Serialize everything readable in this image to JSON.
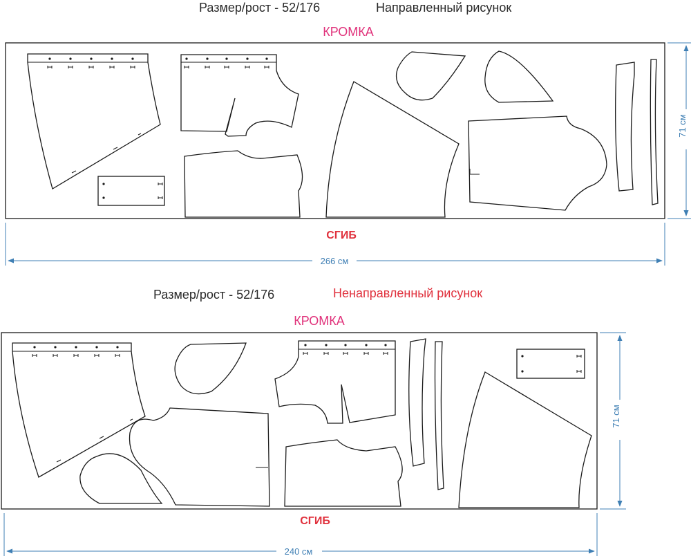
{
  "layouts": [
    {
      "size_label": "Размер/рост - 52/176",
      "direction_label": "Направленный рисунок",
      "selvage_label": "КРОМКА",
      "fold_label": "СГИБ",
      "width_label": "266 см",
      "height_label": "71 см"
    },
    {
      "size_label": "Размер/рост - 52/176",
      "direction_label": "Ненаправленный рисунок",
      "selvage_label": "КРОМКА",
      "fold_label": "СГИБ",
      "width_label": "240 см",
      "height_label": "71 см"
    }
  ],
  "colors": {
    "dimension": "#3f7fb4",
    "fold": "#e0313d",
    "selvage": "#e0317a"
  }
}
